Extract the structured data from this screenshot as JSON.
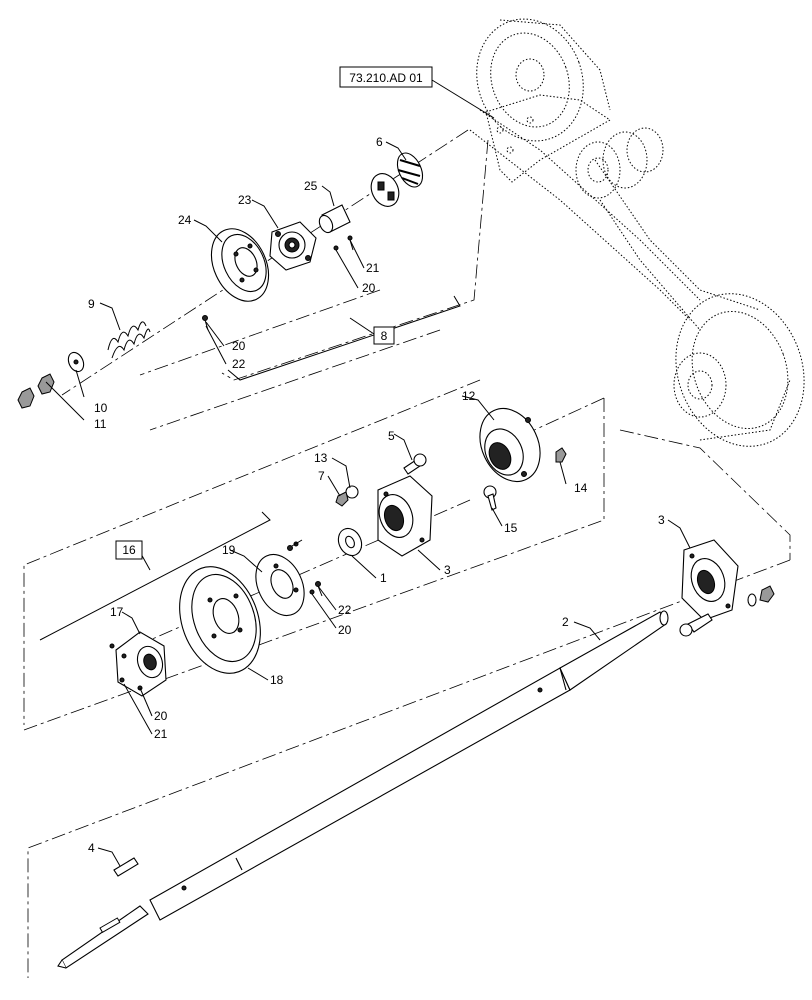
{
  "ref_box": "73.210.AD 01",
  "group_boxes": {
    "g8": "8",
    "g16": "16"
  },
  "callouts": {
    "c1": "1",
    "c2": "2",
    "c3a": "3",
    "c3b": "3",
    "c4": "4",
    "c5": "5",
    "c6": "6",
    "c7": "7",
    "c9": "9",
    "c10": "10",
    "c11": "11",
    "c12": "12",
    "c13": "13",
    "c14": "14",
    "c15": "15",
    "c17": "17",
    "c18": "18",
    "c19": "19",
    "c20a": "20",
    "c20b": "20",
    "c20c": "20",
    "c20d": "20",
    "c21a": "21",
    "c21b": "21",
    "c22a": "22",
    "c22b": "22",
    "c23": "23",
    "c24": "24",
    "c25": "25"
  }
}
